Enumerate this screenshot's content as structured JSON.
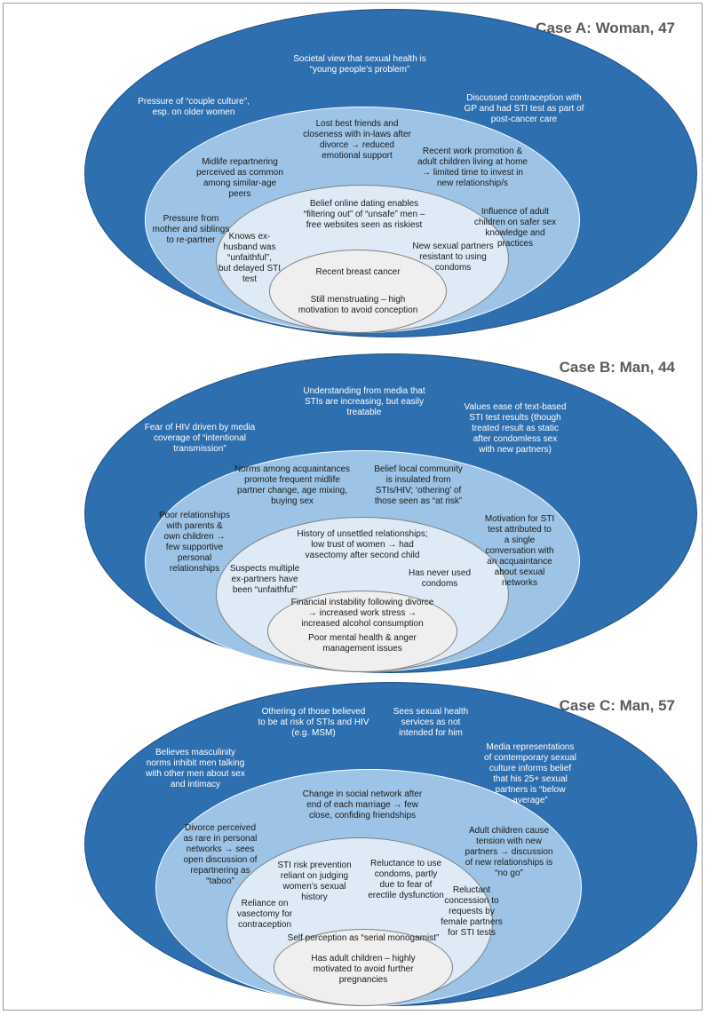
{
  "cases": [
    {
      "title": "Case A: Woman, 47",
      "outer": [
        "Societal view that sexual health is\n“young people’s problem”",
        "Pressure of “couple culture”,\nesp. on older women",
        "Discussed contraception with\nGP and had STI test as part of\npost-cancer care"
      ],
      "second": [
        "Lost best friends and\ncloseness with in-laws after\ndivorce → reduced\nemotional support",
        "Midlife repartnering\nperceived as common\namong similar-age\npeers",
        "Recent work promotion &\nadult children living at home\n→ limited time to invest in\nnew relationship/s",
        "Pressure from\nmother and siblings\nto re-partner",
        "Influence of adult\nchildren on safer sex\nknowledge and\npractices"
      ],
      "third": [
        "Belief online dating enables\n“filtering out” of “unsafe” men –\nfree websites seen as riskiest",
        "Knows ex-\nhusband was\n“unfaithful”,\nbut delayed STI\ntest",
        "New sexual partners\nresistant to using\ncondoms"
      ],
      "inner": [
        "Recent breast cancer",
        "Still menstruating – high\nmotivation to avoid conception"
      ]
    },
    {
      "title": "Case B: Man, 44",
      "outer": [
        "Understanding from media that\nSTIs are increasing, but easily\ntreatable",
        "Fear of HIV driven by media\ncoverage of “intentional\ntransmission”",
        "Values ease of text-based\nSTI test results (though\ntreated result as static\nafter condomless sex\nwith new partners)"
      ],
      "second": [
        "Norms among acquaintances\npromote frequent midlife\npartner change, age mixing,\nbuying sex",
        "Belief local community\nis insulated from\nSTIs/HIV; ‘othering’ of\nthose seen as “at risk”",
        "Poor relationships\nwith parents &\nown children →\nfew supportive\npersonal\nrelationships",
        "Motivation for STI\ntest attributed to\na single\nconversation with\nan acquaintance\nabout sexual\nnetworks"
      ],
      "third": [
        "History of unsettled relationships;\nlow trust of women → had\nvasectomy after second child",
        "Suspects multiple\nex-partners have\nbeen “unfaithful”",
        "Has never used\ncondoms"
      ],
      "inner": [
        "Financial instability following divorce\n→ increased work stress →\nincreased alcohol consumption",
        "Poor mental health & anger\nmanagement issues"
      ]
    },
    {
      "title": "Case C: Man, 57",
      "outer": [
        "Othering of those believed\nto be at risk of STIs and HIV\n(e.g. MSM)",
        "Sees sexual health\nservices as not\nintended for him",
        "Believes masculinity\nnorms inhibit men talking\nwith other men about sex\nand intimacy",
        "Media representations\nof contemporary sexual\nculture informs belief\nthat his 25+ sexual\npartners is “below\naverage”"
      ],
      "second": [
        "Change in social network after\nend of each marriage → few\nclose, confiding friendships",
        "Divorce perceived\nas rare in personal\nnetworks → sees\nopen discussion of\nrepartnering as\n“taboo”",
        "Adult children cause\ntension with new\npartners → discussion\nof new relationships is\n“no go”"
      ],
      "third": [
        "STI risk prevention\nreliant on judging\nwomen’s sexual\nhistory",
        "Reluctance to use\ncondoms, partly\ndue to fear of\nerectile dysfunction",
        "Reliance on\nvasectomy for\ncontraception",
        "Reluctant\nconcession to\nrequests by\nfemale partners\nfor STI tests"
      ],
      "inner": [
        "Self perception as “serial monogamist”",
        "Has adult children – highly\nmotivated to avoid further\npregnancies"
      ]
    }
  ]
}
